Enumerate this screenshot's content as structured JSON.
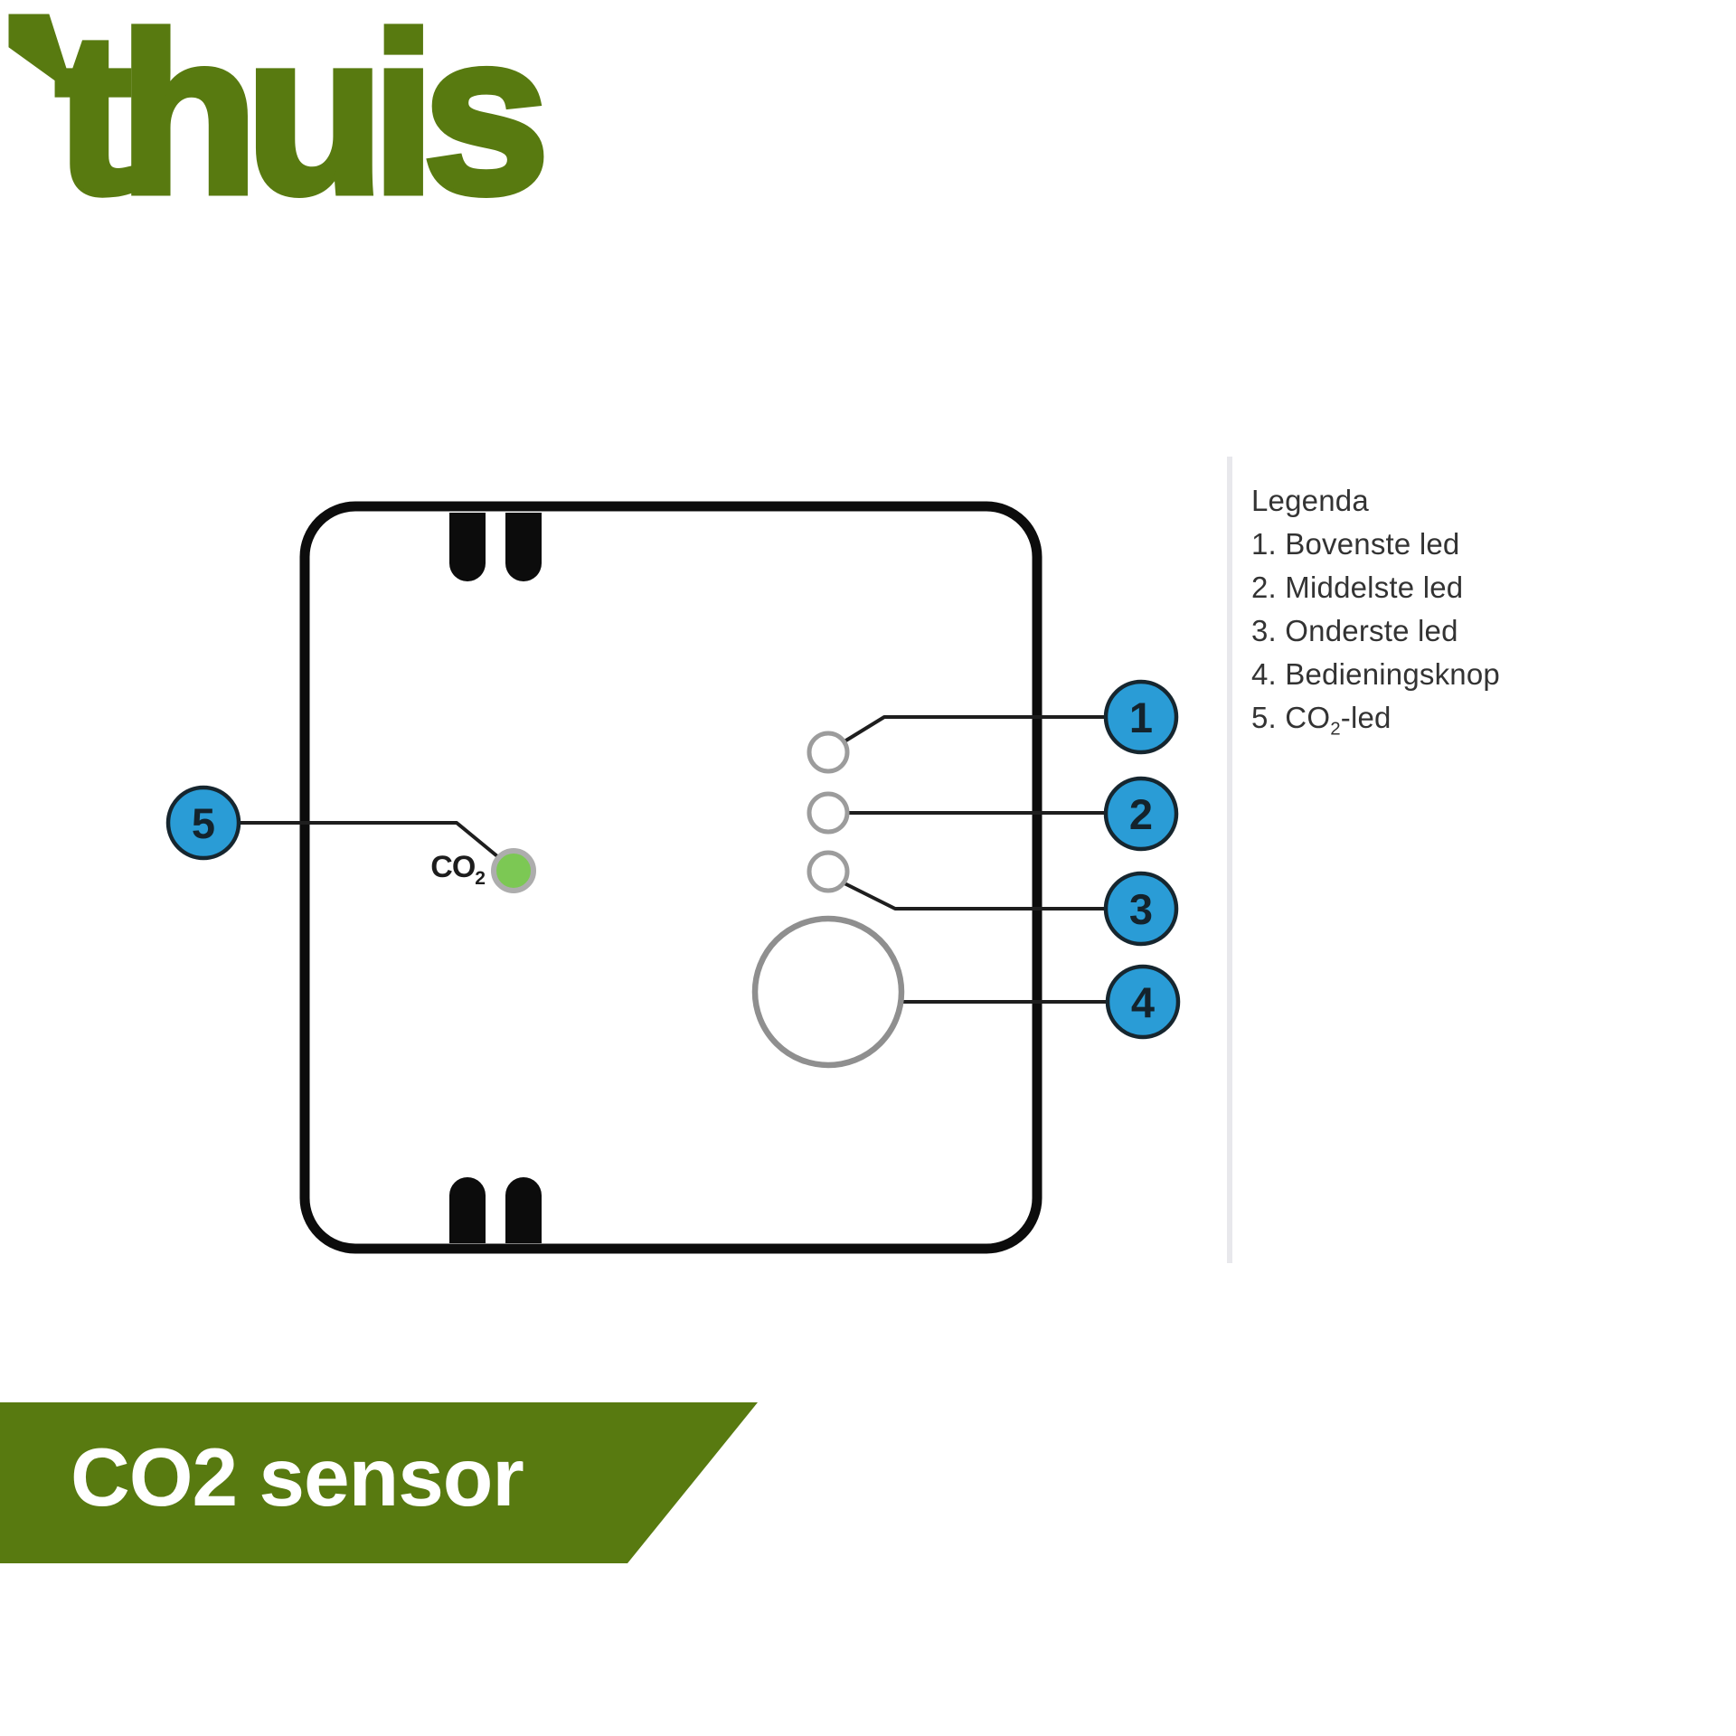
{
  "logo": {
    "text": "thuis",
    "mark": "'"
  },
  "device": {
    "co2_label": {
      "main": "CO",
      "sub": "2"
    }
  },
  "callouts": {
    "labels": [
      "1",
      "2",
      "3",
      "4",
      "5"
    ]
  },
  "legend": {
    "title": "Legenda",
    "items": [
      "1. Bovenste led",
      "2. Middelste led",
      "3. Onderste led",
      "4. Bedieningsknop"
    ],
    "item5": {
      "pre": "5. CO",
      "sub": "2",
      "post": "-led"
    }
  },
  "banner": {
    "title": "CO2 sensor"
  },
  "colors": {
    "brand_green": "#587a10",
    "callout_blue": "#2a9cd6",
    "led_green": "#7cc854",
    "led_ring_gray": "#9c9c9c",
    "device_outline_black": "#0c0c0c"
  }
}
